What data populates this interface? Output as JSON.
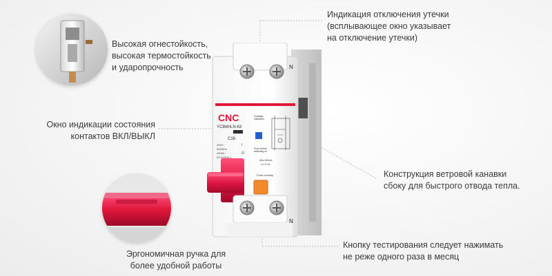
{
  "callouts": {
    "fire_resistance": [
      "Высокая огнестойкость,",
      "высокая термостойкость",
      "и ударопрочность"
    ],
    "contact_window": [
      "Окно индикации состояния",
      "контактов ВКЛ/ВЫКЛ"
    ],
    "leakage_indicator": [
      "Индикация отключения утечки",
      "(всплывающее окно указывает",
      "на отключение утечки)"
    ],
    "air_groove": [
      "Конструкция ветровой канавки",
      "сбоку для быстрого отвода тепла."
    ],
    "test_button": [
      "Кнопку тестирования следует нажимать",
      "не реже одного раза в месяц"
    ],
    "ergonomic_handle": [
      "Эргономичная ручка для",
      "более удобной работы"
    ]
  },
  "device": {
    "brand": "CNC",
    "model": "YCB6HLN-63",
    "rating": "C16",
    "specs": [
      "230V~",
      "50/60Hz",
      "4500A",
      "IEC61009-1"
    ],
    "leakage_label": [
      "Leakage",
      "indication"
    ],
    "push_label": [
      "Push before",
      "switching on"
    ],
    "current_spec": [
      "I∆n=30mA",
      "t ≤ 0.1s"
    ],
    "push_monthly": "Push monthly",
    "terminal_marks": [
      "N",
      "N"
    ],
    "switch_marks": [
      "I",
      "O"
    ]
  },
  "colors": {
    "brand_red": "#e0163a",
    "handle_red": "#d8103f",
    "test_orange": "#f08a2a"
  }
}
